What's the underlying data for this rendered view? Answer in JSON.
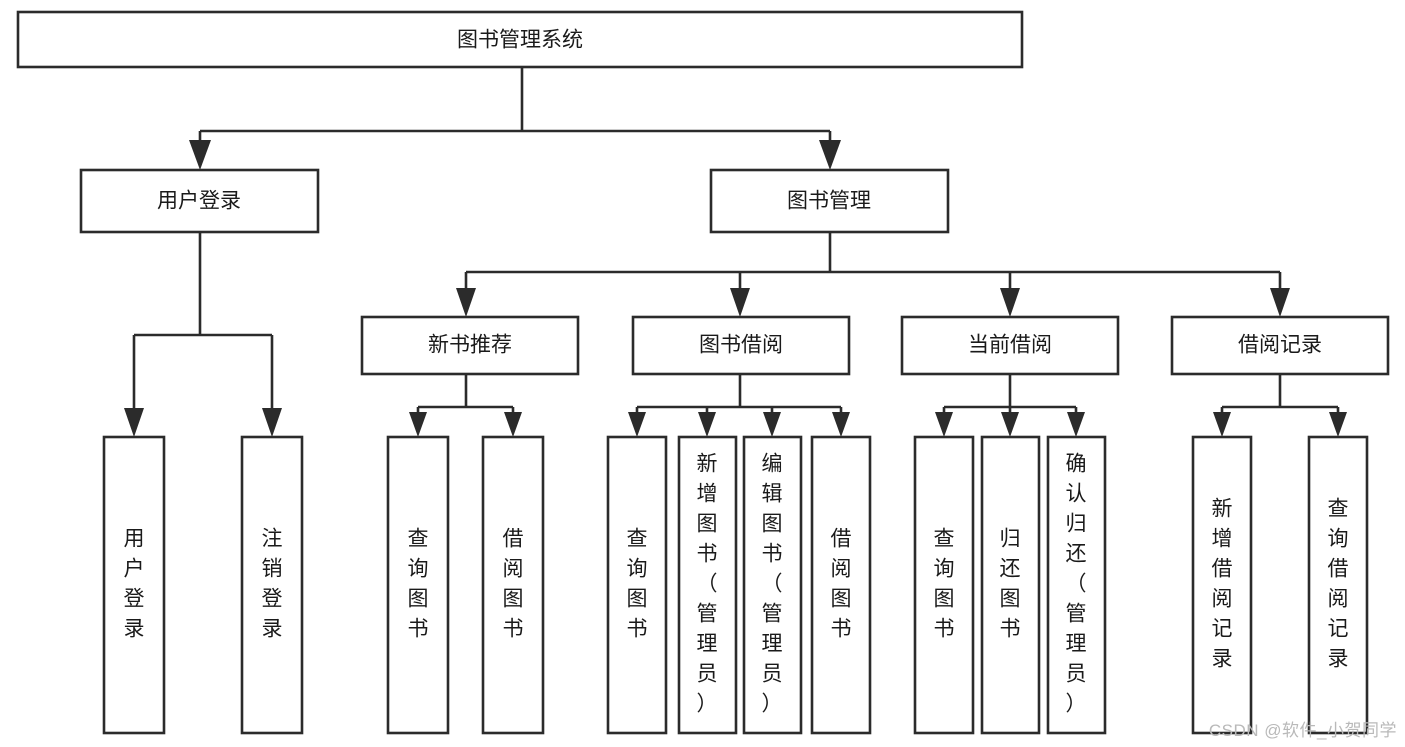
{
  "diagram": {
    "type": "tree-hierarchy",
    "title": "图书管理系统",
    "watermark": "CSDN @软件_小贺同学",
    "colors": {
      "stroke": "#2b2b2b",
      "fill": "#ffffff",
      "text": "#1a1a1a",
      "watermark": "#b9b9b9"
    },
    "nodes": {
      "root": {
        "label": "图书管理系统",
        "orientation": "horizontal"
      },
      "level2": [
        {
          "label": "用户登录",
          "orientation": "horizontal"
        },
        {
          "label": "图书管理",
          "orientation": "horizontal"
        }
      ],
      "level3": [
        {
          "label": "新书推荐",
          "orientation": "horizontal"
        },
        {
          "label": "图书借阅",
          "orientation": "horizontal"
        },
        {
          "label": "当前借阅",
          "orientation": "horizontal"
        },
        {
          "label": "借阅记录",
          "orientation": "horizontal"
        }
      ],
      "leaves": {
        "user_login": [
          {
            "label": "用户登录",
            "orientation": "vertical"
          },
          {
            "label": "注销登录",
            "orientation": "vertical"
          }
        ],
        "new_book_recommend": [
          {
            "label": "查询图书",
            "orientation": "vertical"
          },
          {
            "label": "借阅图书",
            "orientation": "vertical"
          }
        ],
        "book_borrow": [
          {
            "label": "查询图书",
            "orientation": "vertical"
          },
          {
            "label": "新增图书（管理员）",
            "orientation": "vertical"
          },
          {
            "label": "编辑图书（管理员）",
            "orientation": "vertical"
          },
          {
            "label": "借阅图书",
            "orientation": "vertical"
          }
        ],
        "current_borrow": [
          {
            "label": "查询图书",
            "orientation": "vertical"
          },
          {
            "label": "归还图书",
            "orientation": "vertical"
          },
          {
            "label": "确认归还（管理员）",
            "orientation": "vertical"
          }
        ],
        "borrow_record": [
          {
            "label": "新增借阅记录",
            "orientation": "vertical"
          },
          {
            "label": "查询借阅记录",
            "orientation": "vertical"
          }
        ]
      }
    }
  }
}
